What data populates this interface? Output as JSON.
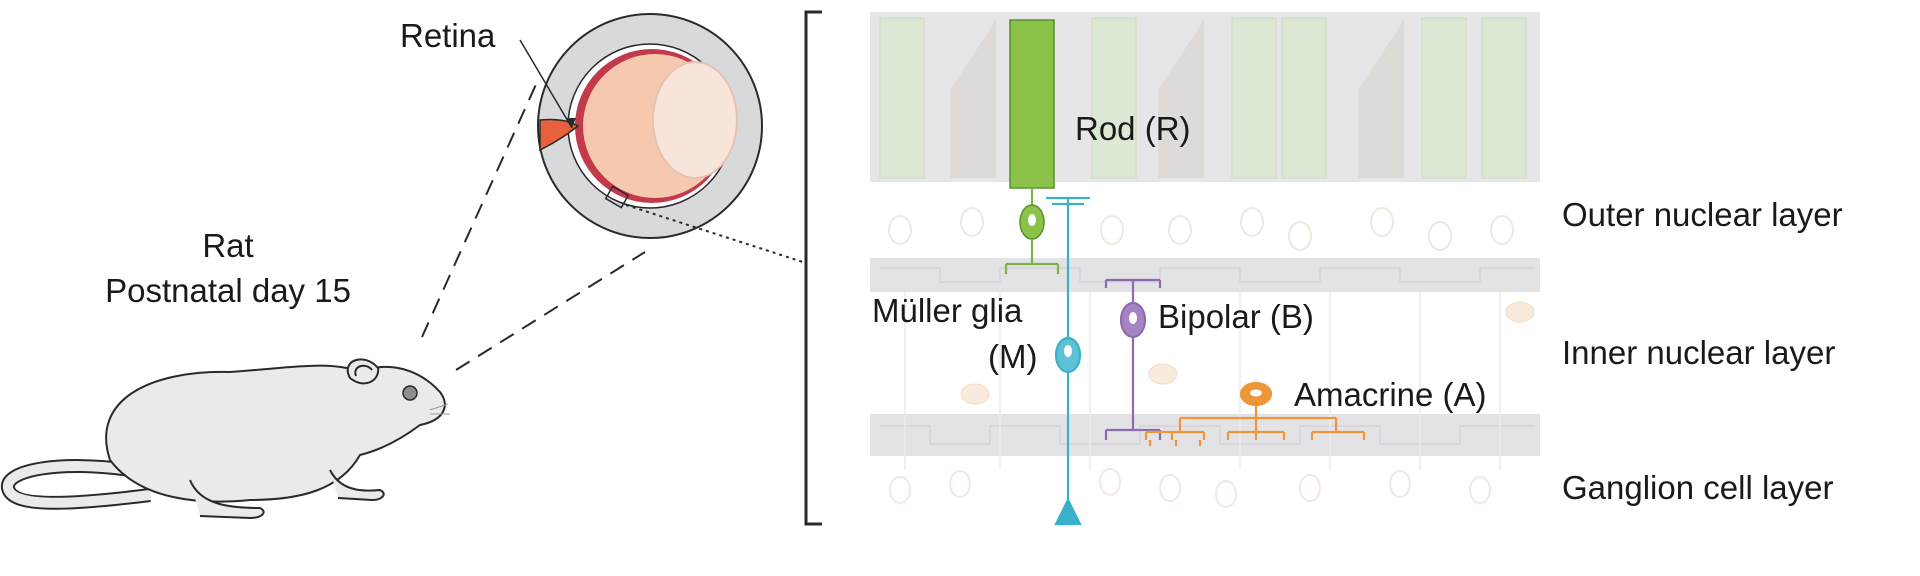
{
  "left_panel": {
    "animal_line1": "Rat",
    "animal_line2": "Postnatal day 15",
    "eye_label": "Retina"
  },
  "cells": {
    "rod": "Rod (R)",
    "muller_line1": "Müller glia",
    "muller_line2": "(M)",
    "bipolar": "Bipolar (B)",
    "amacrine": "Amacrine (A)"
  },
  "layers": {
    "outer": "Outer nuclear layer",
    "inner": "Inner nuclear layer",
    "ganglion": "Ganglion cell layer"
  },
  "colors": {
    "rod": "#8bc34a",
    "muller": "#3bb0c9",
    "bipolar": "#8e6bb0",
    "amacrine": "#f0963a",
    "rat_body": "#e8eaec",
    "layer_band": "#e3e3e6",
    "lens": "#f6c9ae",
    "optic_nerve": "#e8603c"
  }
}
